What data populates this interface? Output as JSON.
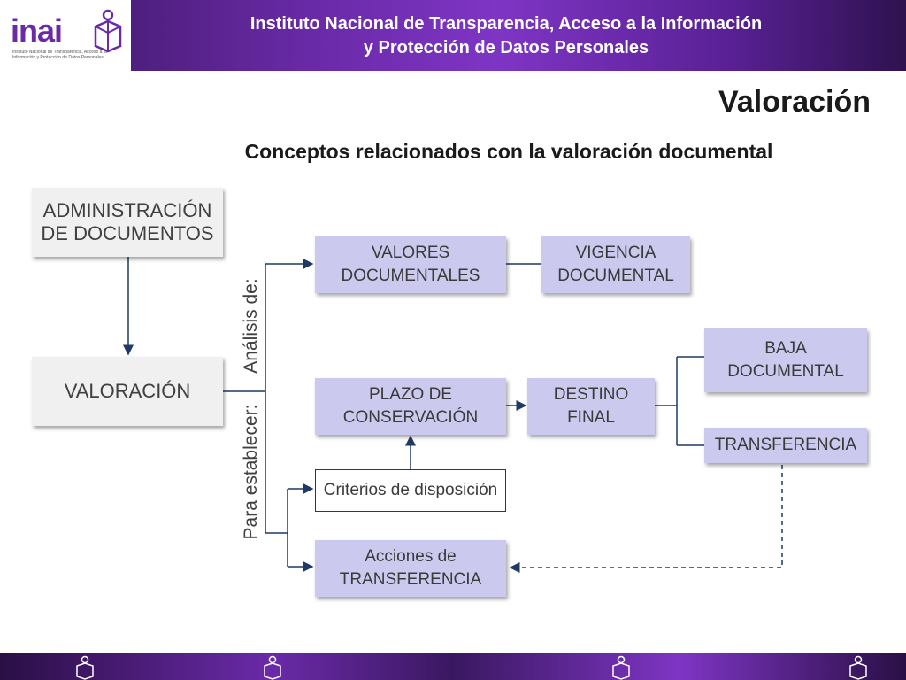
{
  "header": {
    "logo_text": "inai",
    "logo_subtext": "Instituto Nacional de Transparencia, Acceso a la Información y Protección de Datos Personales",
    "title_line1": "Instituto Nacional de Transparencia, Acceso a la Información",
    "title_line2": "y Protección de Datos Personales"
  },
  "slide": {
    "title": "Valoración",
    "subtitle": "Conceptos relacionados con la valoración documental"
  },
  "diagram": {
    "admin_line1": "ADMINISTRACIÓN",
    "admin_line2": "DE DOCUMENTOS",
    "valoracion": "VALORACIÓN",
    "analisis_label": "Análisis de:",
    "establecer_label": "Para establecer:",
    "valores_line1": "VALORES",
    "valores_line2": "DOCUMENTALES",
    "vigencia_line1": "VIGENCIA",
    "vigencia_line2": "DOCUMENTAL",
    "plazo_line1": "PLAZO DE",
    "plazo_line2": "CONSERVACIÓN",
    "destino_line1": "DESTINO",
    "destino_line2": "FINAL",
    "baja_line1": "BAJA",
    "baja_line2": "DOCUMENTAL",
    "transferencia": "TRANSFERENCIA",
    "criterios": "Criterios de disposición",
    "acciones_line1": "Acciones de",
    "acciones_line2": "TRANSFERENCIA"
  },
  "colors": {
    "brand_purple": "#6a2aa8",
    "box_lavender": "#cbcaee",
    "box_gray": "#f0f0f0",
    "connector": "#1f3864"
  },
  "icons": [
    "inai-logo-icon",
    "person-book-icon"
  ]
}
